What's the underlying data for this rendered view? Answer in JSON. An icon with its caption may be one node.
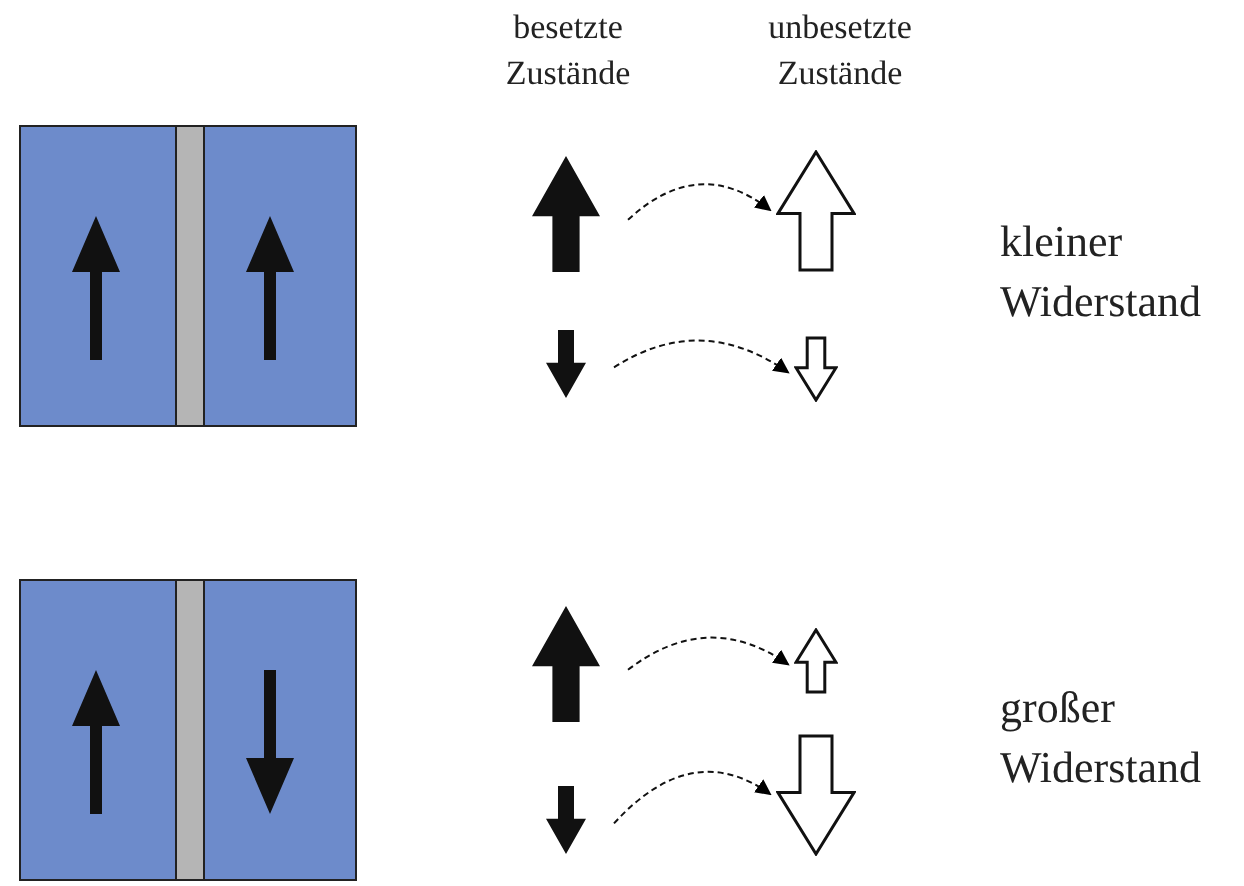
{
  "diagram": {
    "nodes": [
      {
        "text": [],
        "shape": "arrow"
      },
      {
        "text": [],
        "shape": "arrow"
      },
      {
        "text": [],
        "shape": "arrow"
      },
      {
        "text": [],
        "shape": "arrow"
      },
      {
        "text": [],
        "shape": "arrow"
      },
      {
        "text": [],
        "shape": "arrow"
      },
      {
        "text": [],
        "shape": "arrow"
      },
      {
        "text": [],
        "shape": "arrow"
      }
    ],
    "edges": [
      {
        "from": 0,
        "to": 1,
        "arrow": "to",
        "style": "dashed"
      },
      {
        "from": 2,
        "to": 3,
        "arrow": "to",
        "style": "dashed"
      },
      {
        "from": 4,
        "to": 5,
        "arrow": "to",
        "style": "dashed"
      },
      {
        "from": 6,
        "to": 7,
        "arrow": "to",
        "style": "dashed"
      }
    ],
    "labels": [
      "besetzte Zustände",
      "unbesetzte Zustände",
      "kleiner Widerstand",
      "großer Widerstand"
    ]
  }
}
